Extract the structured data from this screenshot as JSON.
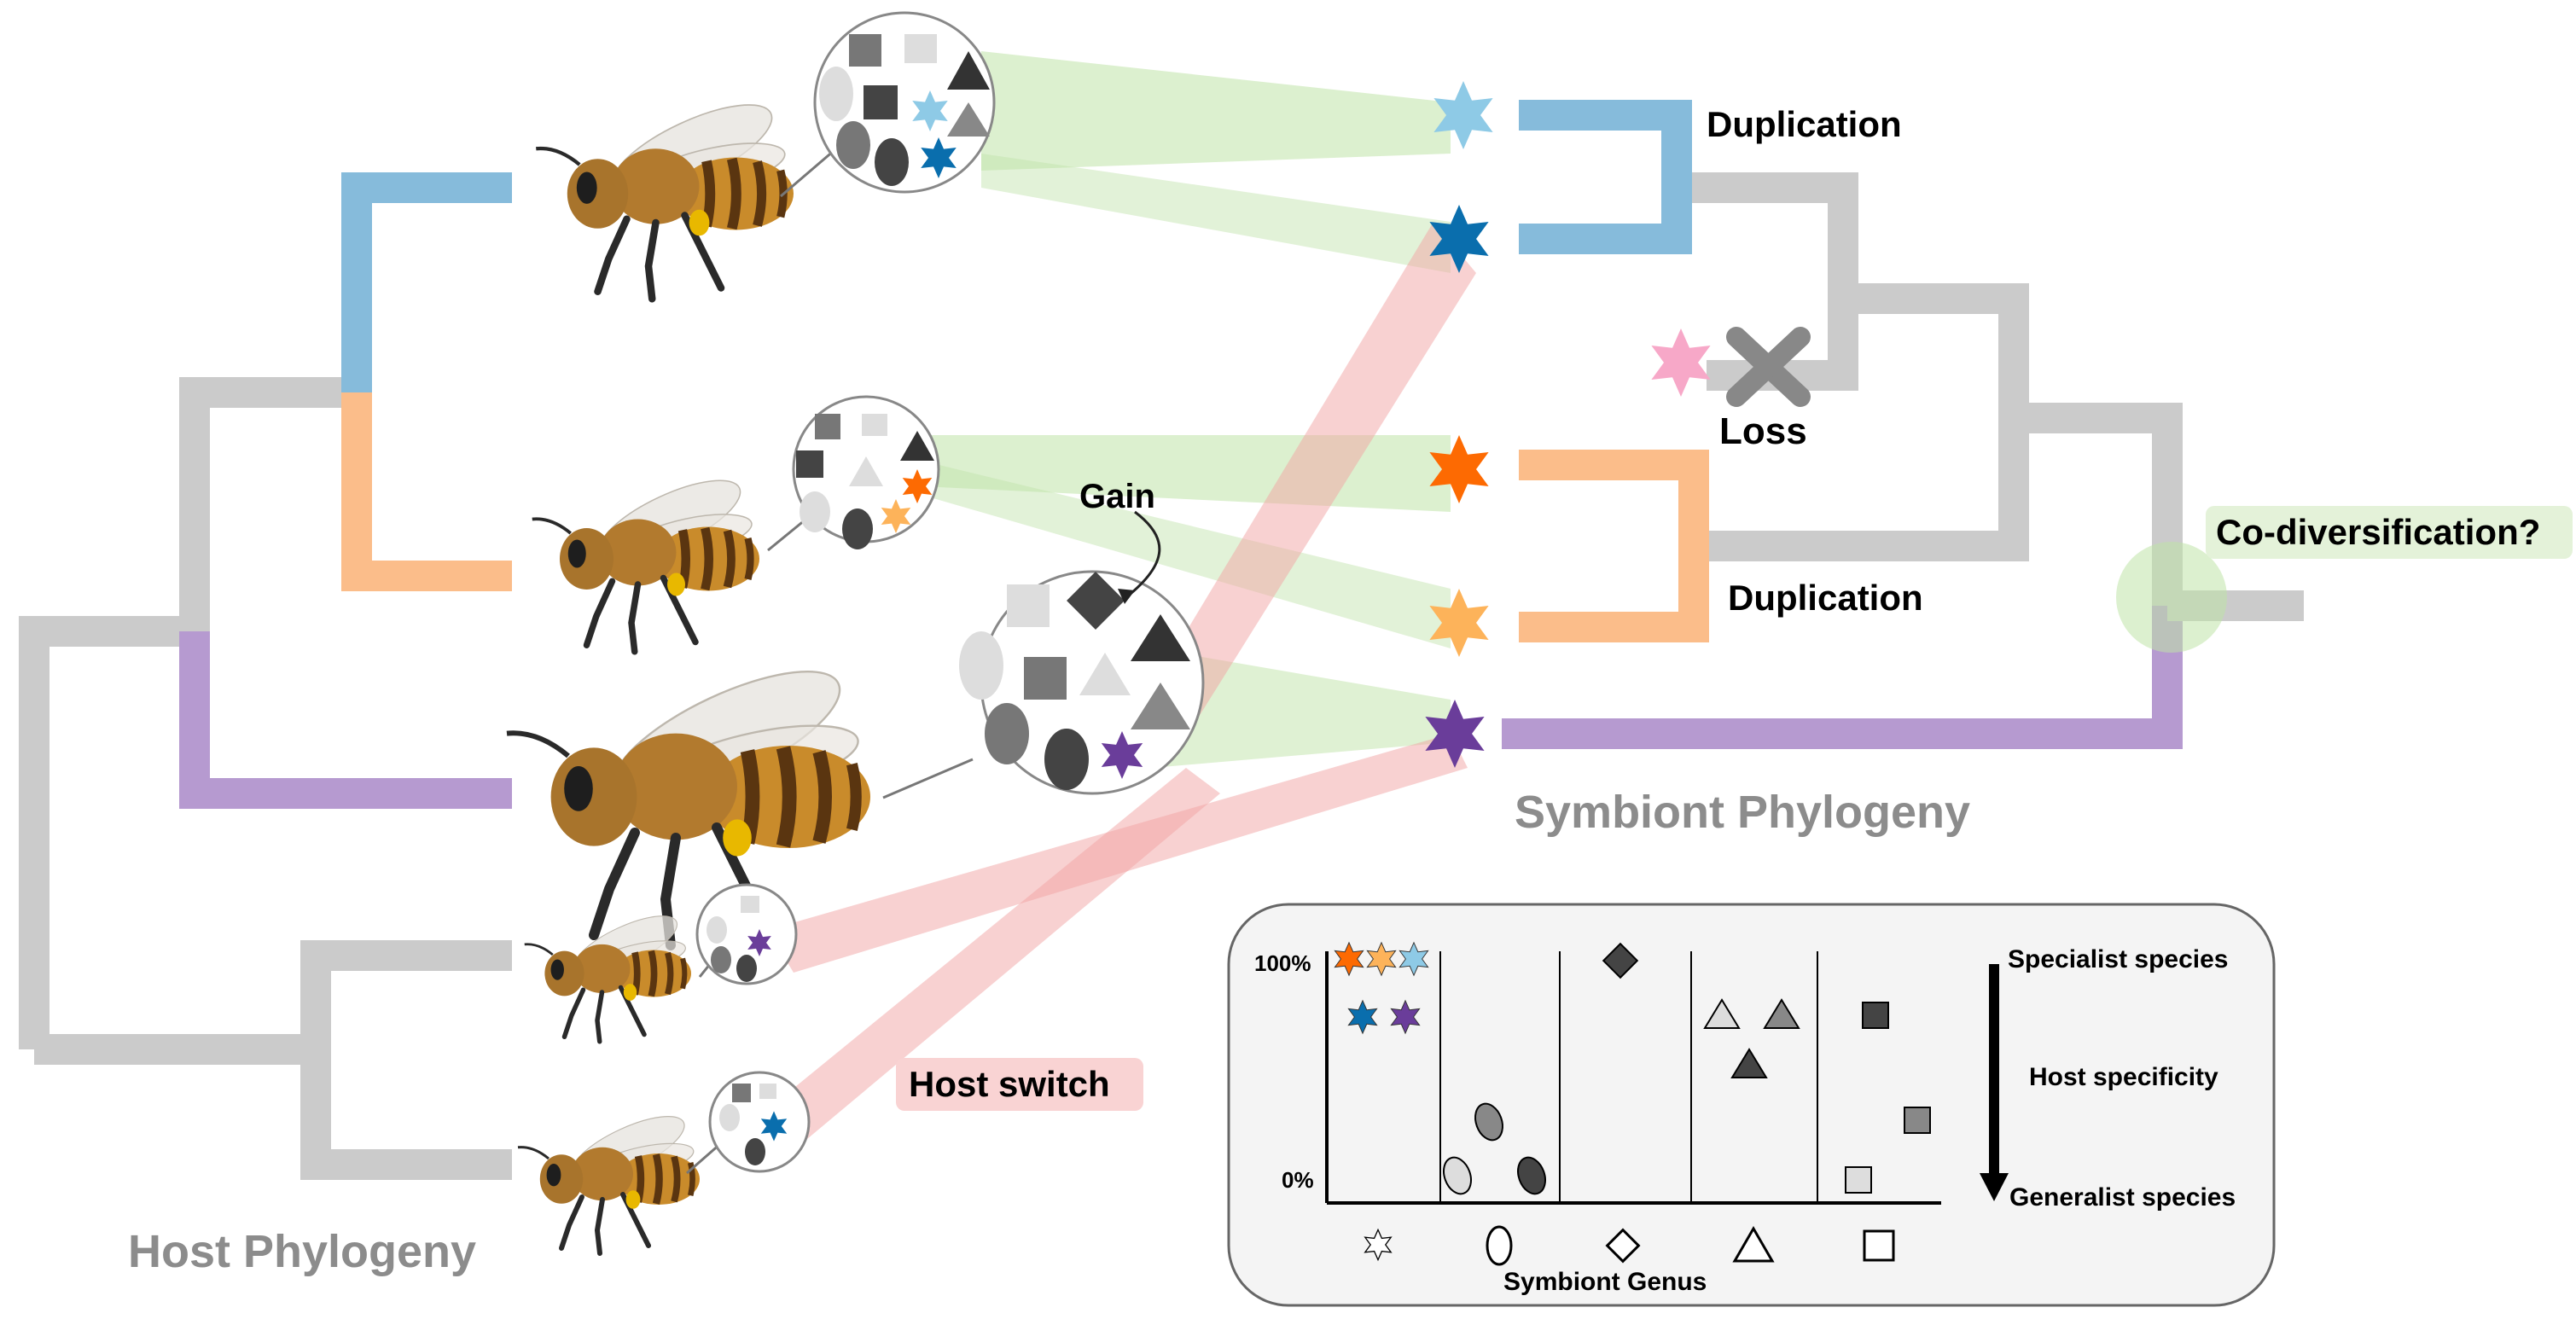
{
  "labels": {
    "host_phylogeny": "Host Phylogeny",
    "symbiont_phylogeny": "Symbiont Phylogeny",
    "duplication_top": "Duplication",
    "duplication_bottom": "Duplication",
    "loss": "Loss",
    "gain": "Gain",
    "host_switch": "Host switch",
    "co_diversification": "Co-diversification?"
  },
  "legend": {
    "y_top": "100%",
    "y_bottom": "0%",
    "specialist": "Specialist species",
    "host_specificity": "Host specificity",
    "generalist": "Generalist species",
    "x_title": "Symbiont Genus"
  },
  "colors": {
    "blue_light": "#8ecae6",
    "blue_dark": "#0a6ead",
    "orange": "#fd6a02",
    "orange_light": "#fdb35a",
    "purple": "#6a3d9a",
    "pink": "#f7a8c8",
    "branch_blue": "#86bbdb",
    "branch_orange": "#fbbd8a",
    "branch_purple": "#b69ad0",
    "branch_gray": "#cbcbcb",
    "link_green": "#bfe3a8",
    "link_red": "#f2a3a3"
  },
  "icons": {
    "host": "bee-illustration",
    "symbiont": "star-shape",
    "loss": "x-mark-icon"
  }
}
